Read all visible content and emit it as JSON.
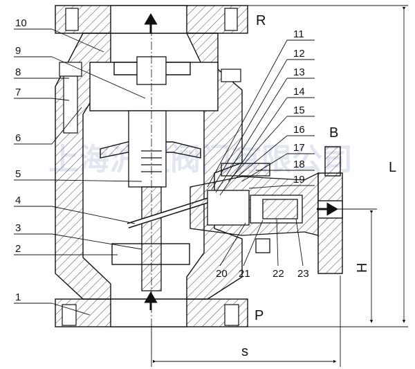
{
  "watermark": "上海沪汉阀门有限公司",
  "part_numbers_left": [
    "10",
    "9",
    "8",
    "7",
    "6",
    "5",
    "4",
    "3",
    "2",
    "1"
  ],
  "part_numbers_right": [
    "11",
    "12",
    "13",
    "14",
    "15",
    "16",
    "17",
    "18",
    "19"
  ],
  "part_numbers_bottom": [
    "20",
    "21",
    "22",
    "23"
  ],
  "port_labels": {
    "top": "R",
    "bottom": "P",
    "side": "B"
  },
  "dimension_labels": {
    "length": "L",
    "height": "H",
    "side_distance": "s"
  },
  "colors": {
    "line": "#111111",
    "hatch": "#333333",
    "watermark": "#c9d2e6"
  }
}
